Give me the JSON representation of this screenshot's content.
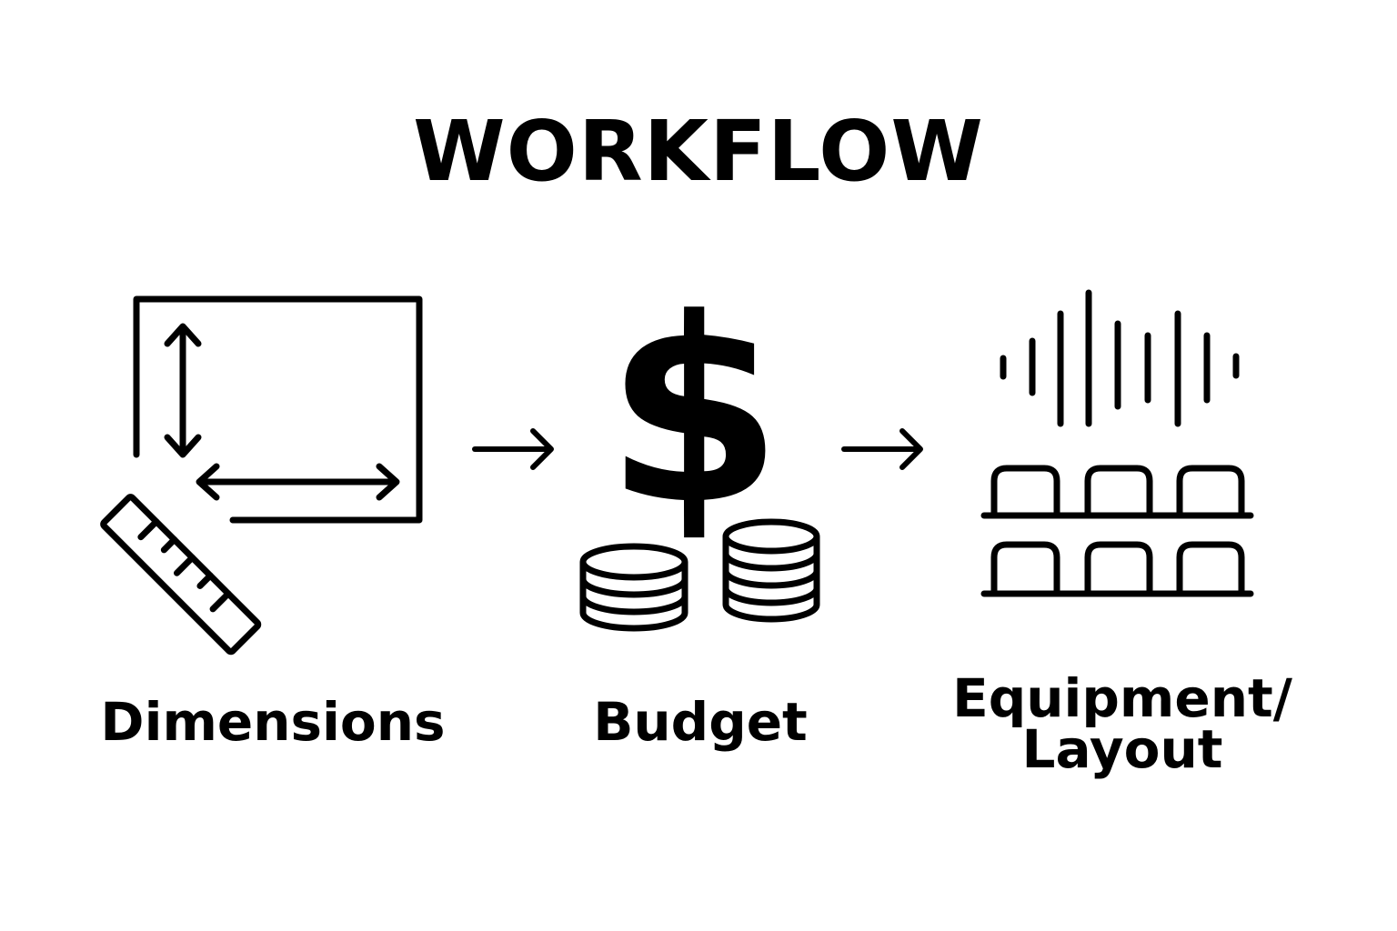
{
  "title": "WORKFLOW",
  "steps": [
    {
      "label": "Dimensions",
      "icon": "room-dimensions-ruler-icon"
    },
    {
      "label": "Budget",
      "icon": "dollar-coins-icon"
    },
    {
      "label_line1": "Equipment/",
      "label_line2": "Layout",
      "icon": "sound-waves-seating-icon"
    }
  ],
  "connectors": [
    "arrow-right-icon",
    "arrow-right-icon"
  ],
  "colors": {
    "ink": "#000000",
    "background": "#ffffff"
  }
}
